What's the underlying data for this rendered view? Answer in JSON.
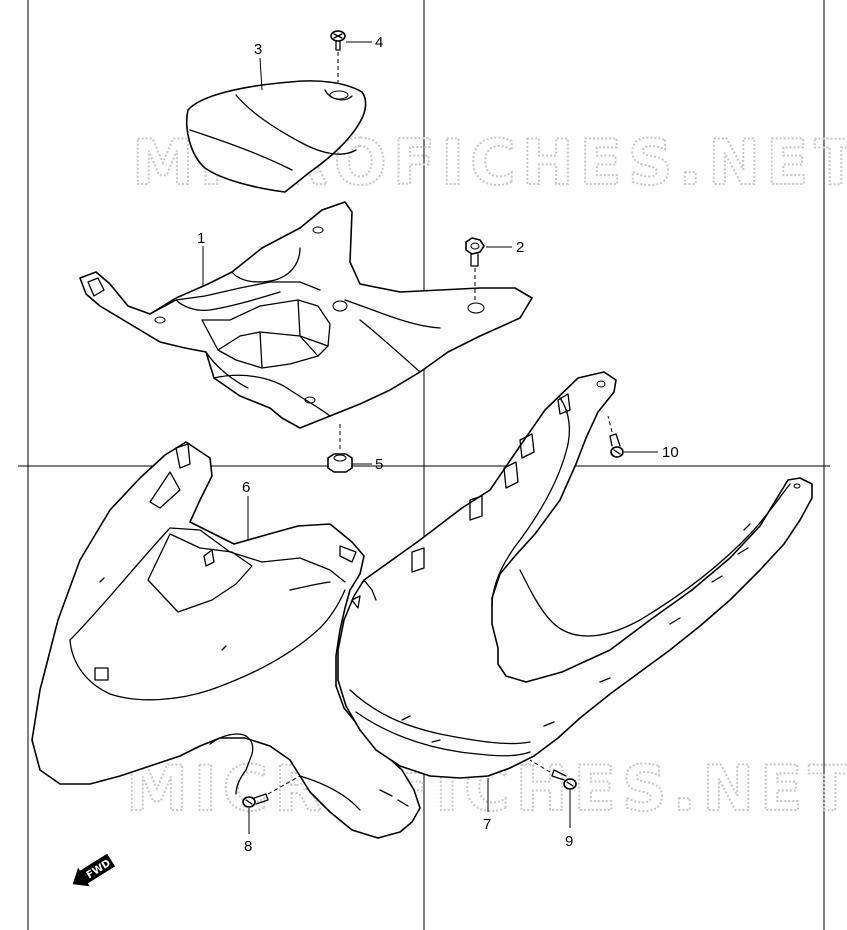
{
  "diagram": {
    "watermark": "MICROFICHES.NET",
    "direction_badge": "FWD",
    "callouts": [
      {
        "id": "1",
        "label": "1"
      },
      {
        "id": "2",
        "label": "2"
      },
      {
        "id": "3",
        "label": "3"
      },
      {
        "id": "4",
        "label": "4"
      },
      {
        "id": "5",
        "label": "5"
      },
      {
        "id": "6",
        "label": "6"
      },
      {
        "id": "7",
        "label": "7"
      },
      {
        "id": "8",
        "label": "8"
      },
      {
        "id": "9",
        "label": "9"
      },
      {
        "id": "10",
        "label": "10"
      }
    ]
  }
}
